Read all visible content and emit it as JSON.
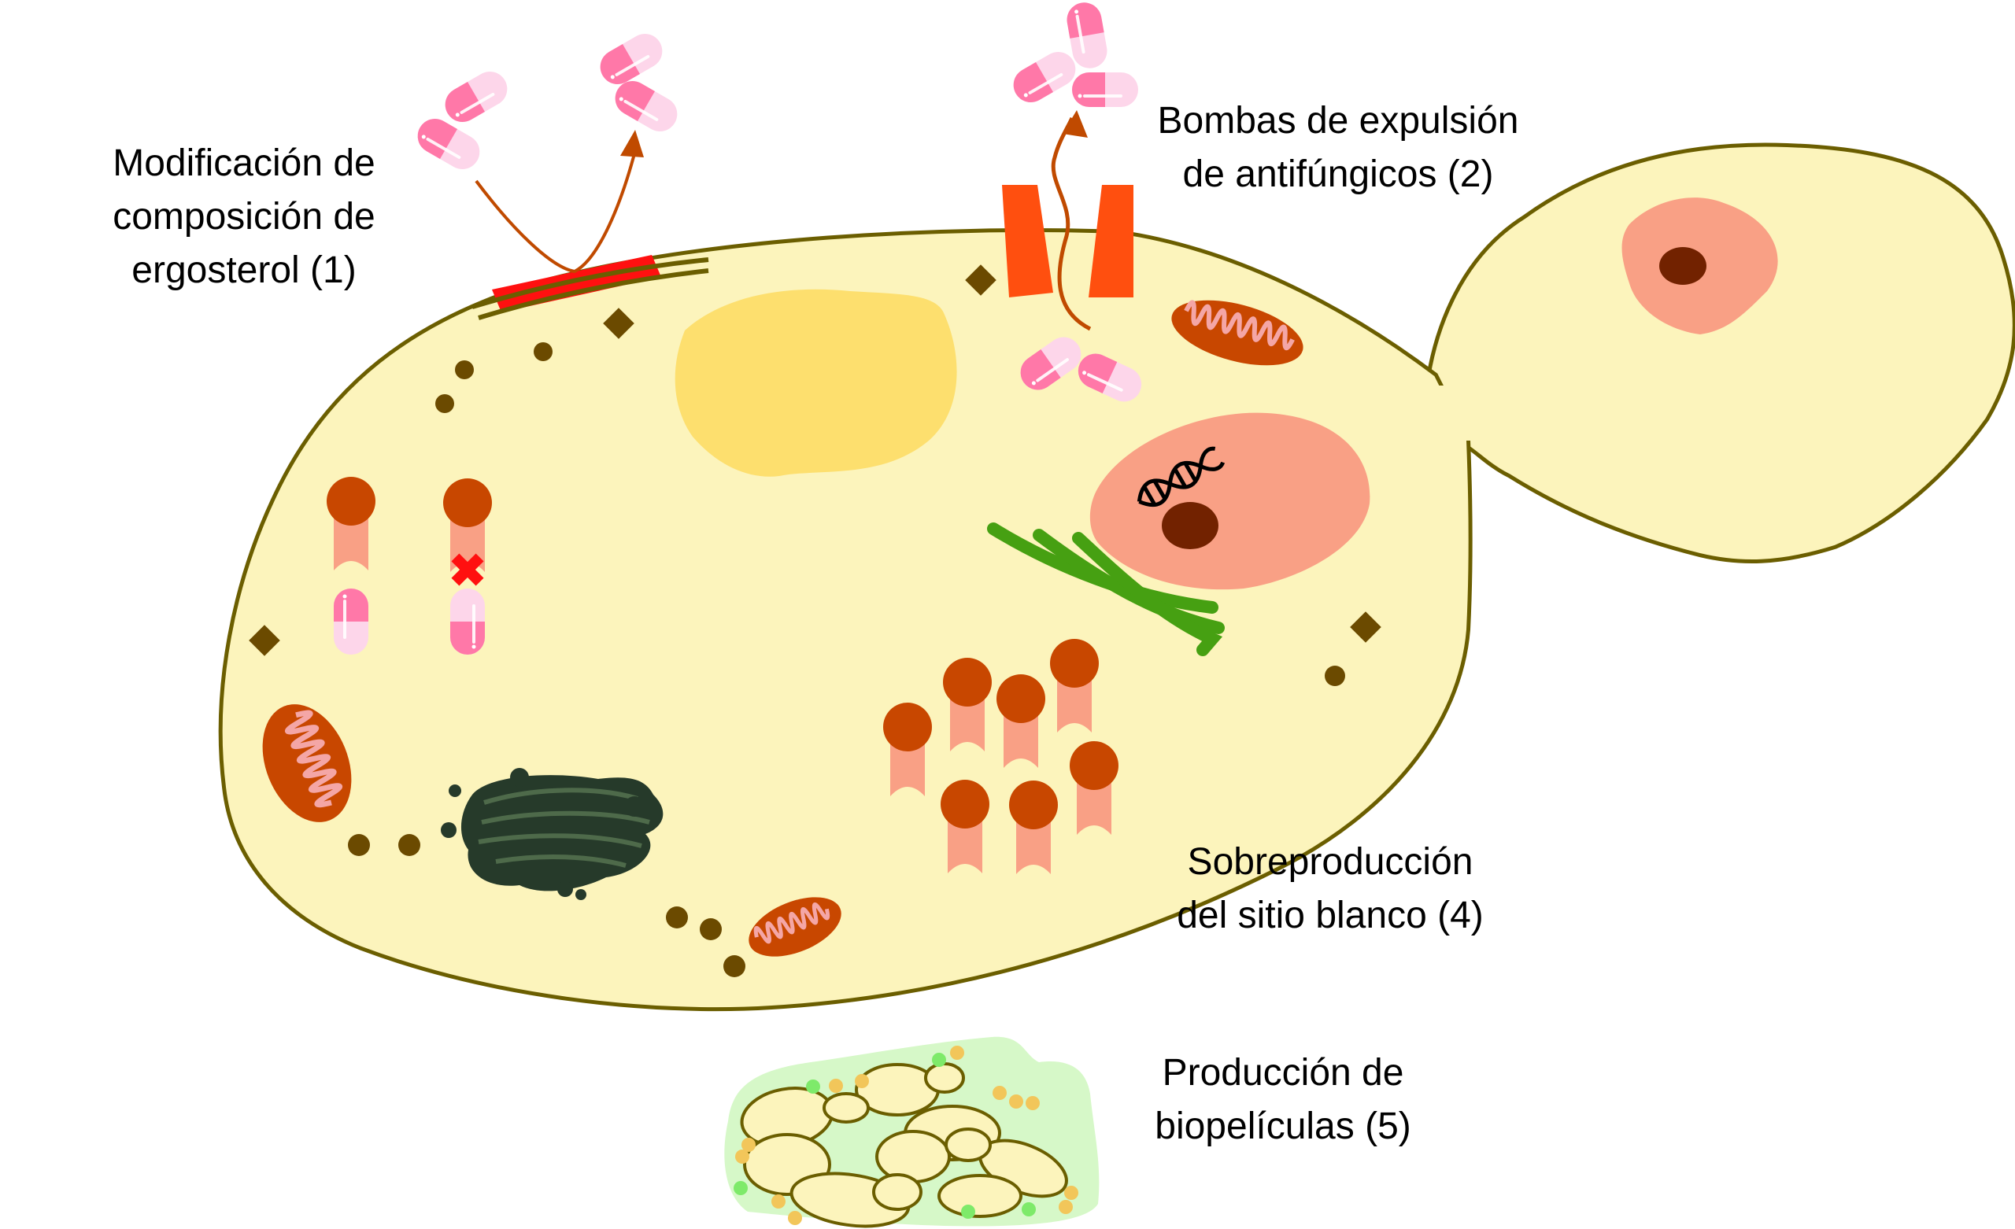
{
  "figure": {
    "language": "es",
    "subject": "Mecanismos de resistencia a antifúngicos en levadura",
    "labels": [
      {
        "id": 1,
        "lines": [
          "Modificación de",
          "composición de",
          "ergosterol (1)"
        ]
      },
      {
        "id": 2,
        "lines": [
          "Bombas de expulsión",
          "de antifúngicos (2)"
        ]
      },
      {
        "id": 4,
        "lines": [
          "Sobreproducción",
          "del sitio blanco (4)"
        ]
      },
      {
        "id": 5,
        "lines": [
          "Producción de",
          "biopelículas (5)"
        ]
      }
    ],
    "elements": {
      "antifungal_capsules_outside_count": 7,
      "antifungal_capsules_inside_count": 4,
      "efflux_pump": "orange-pump-icon",
      "ergosterol_patch": "red-membrane-band",
      "blocked_binding_marker": "red-x-icon",
      "overproduced_target_sites_count": 7,
      "dna": "dna-helix-icon"
    },
    "colors": {
      "cytoplasm": "#FCF4BC",
      "cell_wall": "#6B5E00",
      "vacuole": "#FDDF6E",
      "nucleus": "#F9A085",
      "nucleolus": "#722200",
      "receptor_head": "#C84700",
      "receptor_stem": "#F9A085",
      "pump": "#FF4F0F",
      "ergosterol_band": "#FF1010",
      "arrow": "#C04A00",
      "capsule_dark": "#FF78A8",
      "capsule_light": "#FDD6EA",
      "er": "#46A012",
      "golgi": "#263A2A",
      "mito_outer": "#C84700",
      "mito_cristae": "#F4A6A6",
      "granule": "#6B4A00",
      "biofilm_matrix": "#D6F8C8",
      "biofilm_green_dot": "#7EEA6A",
      "biofilm_yellow_dot": "#F2C65A"
    }
  }
}
